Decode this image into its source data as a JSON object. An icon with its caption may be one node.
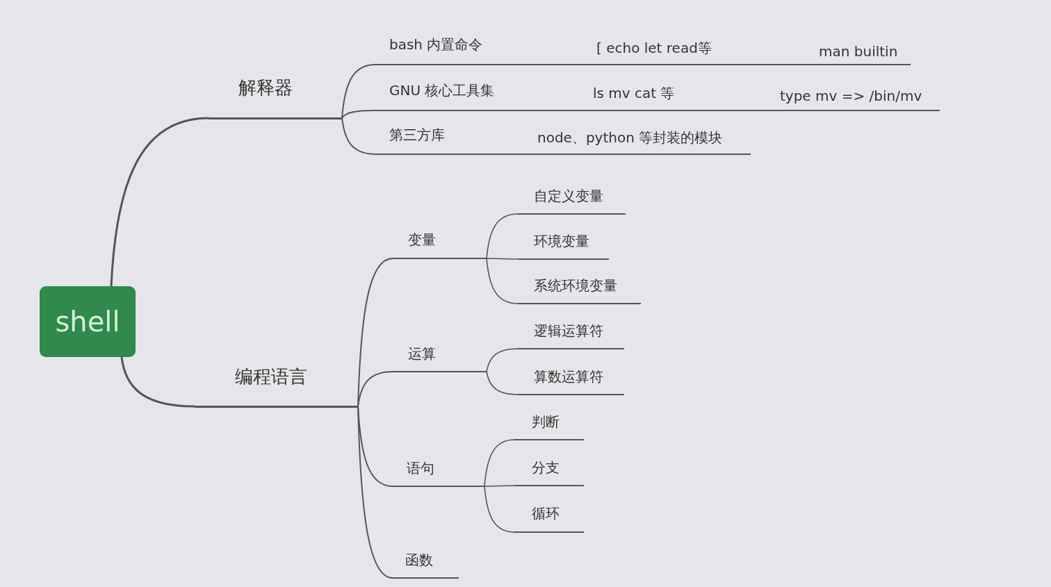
{
  "diagram": {
    "nodes": [
      {
        "text": [
          "shell"
        ]
      },
      {
        "text": [
          "解释器"
        ]
      },
      {
        "text": [
          "bash 内置命令",
          "[ echo let read等",
          "man builtin"
        ]
      },
      {
        "text": [
          "GNU 核心工具集",
          "ls mv cat 等",
          "type mv => /bin/mv"
        ]
      },
      {
        "text": [
          "第三方库",
          "node、python 等封装的模块"
        ]
      },
      {
        "text": [
          "编程语言"
        ]
      },
      {
        "text": [
          "变量"
        ]
      },
      {
        "text": [
          "自定义变量"
        ]
      },
      {
        "text": [
          "环境变量"
        ]
      },
      {
        "text": [
          "系统环境变量"
        ]
      },
      {
        "text": [
          "运算"
        ]
      },
      {
        "text": [
          "逻辑运算符"
        ]
      },
      {
        "text": [
          "算数运算符"
        ]
      },
      {
        "text": [
          "语句"
        ]
      },
      {
        "text": [
          "判断"
        ]
      },
      {
        "text": [
          "分支"
        ]
      },
      {
        "text": [
          "循环"
        ]
      },
      {
        "text": [
          "函数"
        ]
      }
    ],
    "edges": [
      {
        "from": 0,
        "to": 1,
        "arrow": "none"
      },
      {
        "from": 1,
        "to": 2,
        "arrow": "none"
      },
      {
        "from": 1,
        "to": 3,
        "arrow": "none"
      },
      {
        "from": 1,
        "to": 4,
        "arrow": "none"
      },
      {
        "from": 0,
        "to": 5,
        "arrow": "none"
      },
      {
        "from": 5,
        "to": 6,
        "arrow": "none"
      },
      {
        "from": 6,
        "to": 7,
        "arrow": "none"
      },
      {
        "from": 6,
        "to": 8,
        "arrow": "none"
      },
      {
        "from": 6,
        "to": 9,
        "arrow": "none"
      },
      {
        "from": 5,
        "to": 10,
        "arrow": "none"
      },
      {
        "from": 10,
        "to": 11,
        "arrow": "none"
      },
      {
        "from": 10,
        "to": 12,
        "arrow": "none"
      },
      {
        "from": 5,
        "to": 13,
        "arrow": "none"
      },
      {
        "from": 13,
        "to": 14,
        "arrow": "none"
      },
      {
        "from": 13,
        "to": 15,
        "arrow": "none"
      },
      {
        "from": 13,
        "to": 16,
        "arrow": "none"
      },
      {
        "from": 5,
        "to": 17,
        "arrow": "none"
      }
    ]
  }
}
